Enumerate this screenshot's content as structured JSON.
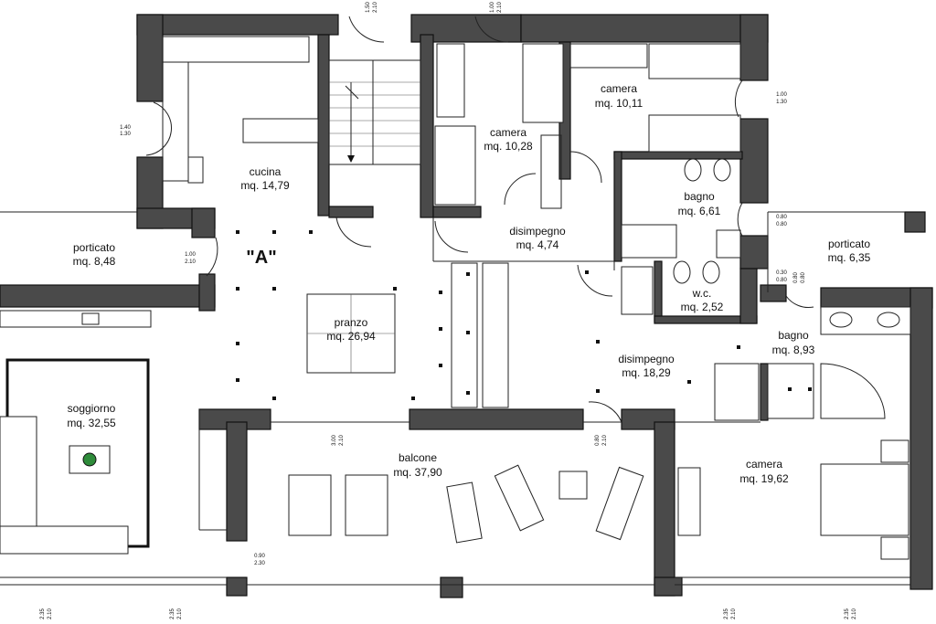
{
  "unit_label_tag": "\"A\"",
  "rooms": {
    "cucina": {
      "name": "cucina",
      "area": "mq. 14,79"
    },
    "camera1": {
      "name": "camera",
      "area": "mq. 10,28"
    },
    "camera2": {
      "name": "camera",
      "area": "mq. 10,11"
    },
    "bagno1": {
      "name": "bagno",
      "area": "mq. 6,61"
    },
    "disimp1": {
      "name": "disimpegno",
      "area": "mq. 4,74"
    },
    "portL": {
      "name": "porticato",
      "area": "mq. 8,48"
    },
    "portR": {
      "name": "porticato",
      "area": "mq. 6,35"
    },
    "wc": {
      "name": "w.c.",
      "area": "mq. 2,52"
    },
    "pranzo": {
      "name": "pranzo",
      "area": "mq. 26,94"
    },
    "disimp2": {
      "name": "disimpegno",
      "area": "mq. 18,29"
    },
    "bagno2": {
      "name": "bagno",
      "area": "mq. 8,93"
    },
    "soggiorno": {
      "name": "soggiorno",
      "area": "mq. 32,55"
    },
    "balcone": {
      "name": "balcone",
      "area": "mq. 37,90"
    },
    "camera3": {
      "name": "camera",
      "area": "mq. 19,62"
    }
  },
  "dims": {
    "d1": [
      "1.50",
      "2.10"
    ],
    "d2": [
      "1.00",
      "2.10"
    ],
    "d3": [
      "1.40",
      "1.30"
    ],
    "d4": [
      "1.00",
      "1.30"
    ],
    "d5": [
      "1.00",
      "2.10"
    ],
    "d6": [
      "0.80",
      "0.80"
    ],
    "d7": [
      "0.30",
      "0.80"
    ],
    "d8": [
      "0.80",
      "0.80"
    ],
    "d9": [
      "3.00",
      "2.10"
    ],
    "d10": [
      "0.80",
      "2.10"
    ],
    "d11": [
      "0.90",
      "2.30"
    ],
    "d12": [
      "2.35",
      "2.10"
    ],
    "d13": [
      "2.35",
      "2.10"
    ],
    "d14": [
      "2.35",
      "2.10"
    ],
    "d15": [
      "2.35",
      "2.10"
    ]
  }
}
